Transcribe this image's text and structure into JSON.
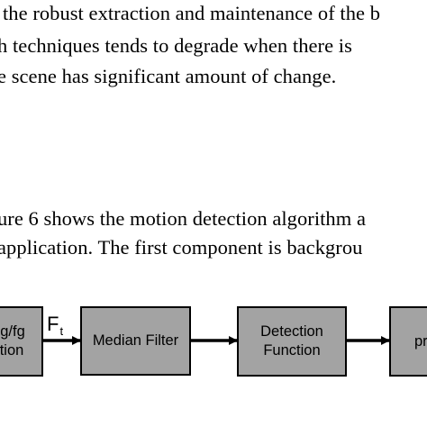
{
  "paragraph_1": {
    "lines": [
      "the robust extraction and maintenance of the b",
      "h techniques tends to degrade when there is",
      "e scene has significant amount of change."
    ]
  },
  "paragraph_2": {
    "lines": [
      "ure 6 shows the motion detection algorithm a",
      "application. The first component is backgrou"
    ]
  },
  "diagram": {
    "boxes": {
      "bgfg": [
        "g/fg",
        "tion"
      ],
      "median": [
        "Median Filter"
      ],
      "detection": [
        "Detection",
        "Function"
      ],
      "last": [
        "pr"
      ]
    },
    "arrow_label": {
      "main": "F",
      "sub": "t"
    }
  }
}
